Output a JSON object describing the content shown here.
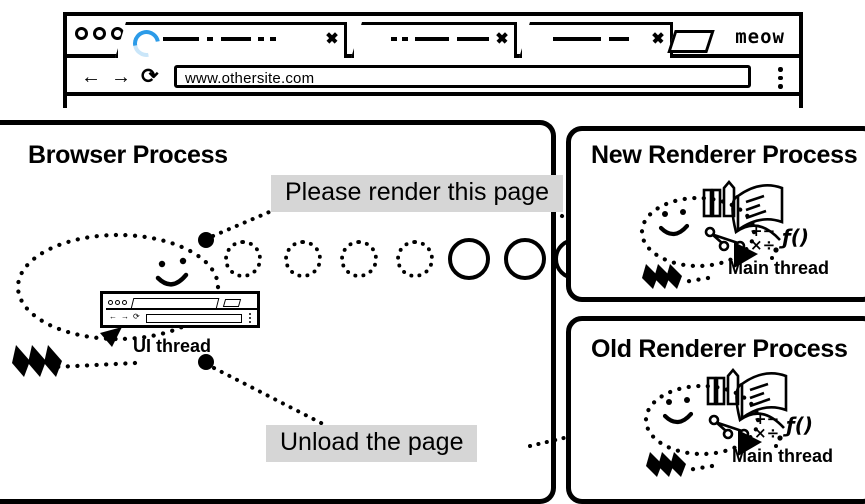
{
  "browser_window": {
    "window_controls": [
      "dot",
      "dot",
      "dot"
    ],
    "tabs": [
      {
        "id": "tab-1",
        "title_placeholder": "—·—··",
        "loading": true,
        "close_label": "x",
        "active": true
      },
      {
        "id": "tab-2",
        "title_placeholder": "··—— ——",
        "loading": false,
        "close_label": "x",
        "active": false
      },
      {
        "id": "tab-3",
        "title_placeholder": "——— —",
        "loading": false,
        "close_label": "x",
        "active": false
      }
    ],
    "new_tab_button": "new-tab",
    "brand_label": "meow",
    "toolbar": {
      "back_icon": "←",
      "forward_icon": "→",
      "reload_icon": "⟳",
      "url_value": "www.othersite.com",
      "menu_icon": "kebab-menu"
    }
  },
  "panels": {
    "browser_process": {
      "title": "Browser Process",
      "thread_label": "UI thread",
      "circles": {
        "dotted": 4,
        "solid": 3
      }
    },
    "new_renderer": {
      "title": "New Renderer Process",
      "thread_label": "Main thread"
    },
    "old_renderer": {
      "title": "Old Renderer Process",
      "thread_label": "Main thread"
    }
  },
  "messages": {
    "render_request": "Please render this page",
    "unload_request": "Unload the page"
  },
  "colors": {
    "ink": "#000000",
    "bubble_bg": "#D6D6D6",
    "spinner_blue": "#2C9BE8",
    "page_bg": "#FFFFFF"
  }
}
